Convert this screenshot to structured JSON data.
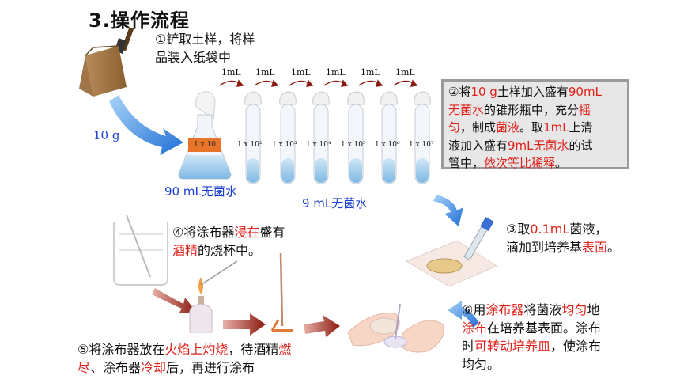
{
  "title": "3.操作流程",
  "step1": {
    "line1": "①铲取土样，将样",
    "line2": "品装入纸袋中"
  },
  "sample_weight": "10 g",
  "flask_water": "90 mL无菌水",
  "flask_label": "1 x 10",
  "transfer_labels": [
    "1mL",
    "1mL",
    "1mL",
    "1mL",
    "1mL",
    "1mL"
  ],
  "dilution_labels": [
    "1 x 10²",
    "1 x 10³",
    "1 x 10⁴",
    "1 x 10⁵",
    "1 x 10⁶",
    "1 x 10⁷"
  ],
  "tube_water": "9 mL无菌水",
  "step2": {
    "p1": "②将",
    "p2": "10 g",
    "p3": "土样加入盛有",
    "p4": "90mL",
    "p5": "无菌水",
    "p6": "的锥形瓶中，充分",
    "p7": "摇",
    "p8": "匀",
    "p9": "，制成",
    "p10": "菌液",
    "p11": "。取",
    "p12": "1mL",
    "p13": "上清",
    "p14": "液加入盛有",
    "p15": "9mL无菌水",
    "p16": "的试",
    "p17": "管中，",
    "p18": "依次等比稀释",
    "p19": "。"
  },
  "step3": {
    "l1a": "③取",
    "l1b": "0.1mL",
    "l1c": "菌液，",
    "l2a": "滴加到培养基",
    "l2b": "表面",
    "l2c": "。"
  },
  "step4": {
    "l1a": "④将涂布器",
    "l1b": "浸在",
    "l1c": "盛有",
    "l2a": "酒精",
    "l2b": "的烧杯中。"
  },
  "step5": {
    "l1a": "⑤将涂布器放在",
    "l1b": "火焰上灼烧",
    "l1c": "，待酒精",
    "l1d": "燃",
    "l2a": "尽",
    "l2b": "、涂布器",
    "l2c": "冷却",
    "l2d": "后，再进行涂布"
  },
  "step6": {
    "l1a": "⑥用",
    "l1b": "涂布器",
    "l1c": "将菌液",
    "l1d": "均匀",
    "l1e": "地",
    "l2a": "涂布",
    "l2b": "在培养基表面。涂布",
    "l3a": "时",
    "l3b": "可转动培养皿",
    "l3c": "，使涂布",
    "l4": "均匀。"
  },
  "colors": {
    "highlight": "#e0201a",
    "label_blue": "#1a3fd0",
    "liquid": "#9ccbe8",
    "arrow_blue": "#3a8fe0",
    "arrow_red": "#9a2a1c",
    "box_bg": "#e7e7e7"
  }
}
